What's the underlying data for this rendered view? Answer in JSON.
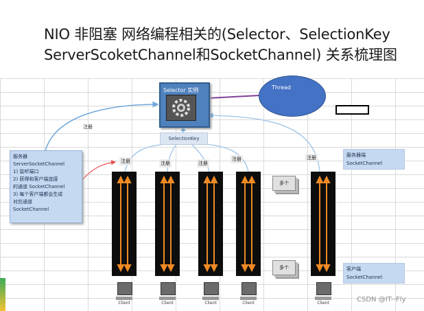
{
  "title": {
    "line1": "NIO 非阻塞 网络编程相关的(Selector、SelectionKey",
    "line2": "ServerScoketChannel和SocketChannel) 关系梳理图"
  },
  "selector": {
    "label": "Selector 实例",
    "icon": "gear-icon"
  },
  "selection_key": {
    "label": "SelectionKey"
  },
  "thread": {
    "label": "Thread"
  },
  "server_box": {
    "lines": [
      "服务器",
      "ServerSocketChannel",
      "1) 监听端口",
      "2) 获得和客户端连接",
      "的通道 SocketChannel",
      "3) 每个客户端都会生成",
      "对应通道",
      "SocketChannel"
    ]
  },
  "register_label": "注册",
  "notes": [
    "多个",
    "多个"
  ],
  "side_labels": {
    "server_end": [
      "服务器端",
      "SocketChannel"
    ],
    "client_end": [
      "客户端",
      "SocketChannel"
    ]
  },
  "client_label": "Client",
  "credit": "CSDN @IT--Fly",
  "colors": {
    "selector_fill": "#4f81bd",
    "thread_fill": "#4472c4",
    "channel_fill": "#0d0d0d",
    "arrow_orange": "#f08a24",
    "link_purple": "#7f3f98",
    "connector_blue": "#9dc3e6",
    "register_arrow": "#e85050"
  }
}
